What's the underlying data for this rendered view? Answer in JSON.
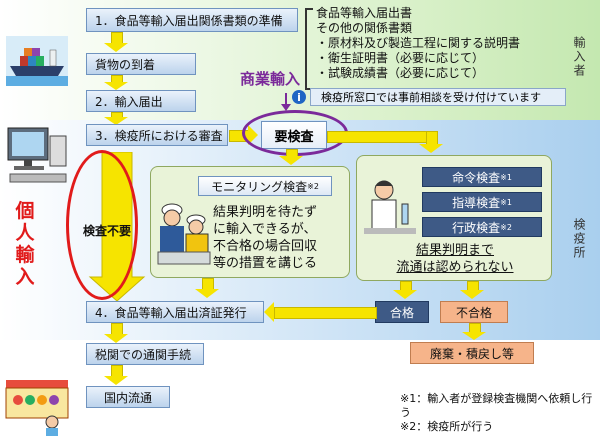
{
  "steps": {
    "s1": "1．食品等輸入届出関係書類の準備",
    "arrival": "貨物の到着",
    "s2": "2．輸入届出",
    "s3": "3．検疫所における審査",
    "s4": "4．食品等輸入届出済証発行",
    "customs": "税関での通関手続",
    "domestic": "国内流通"
  },
  "docs": {
    "title1": "食品等輸入届出書",
    "title2": "その他の関係書類",
    "items": [
      "・原材料及び製造工程に関する説明書",
      "・衛生証明書（必要に応じて）",
      "・試験成績書（必要に応じて）"
    ]
  },
  "info_note": "検疫所窓口では事前相談を受け付けています",
  "commercial_label": "商業輸入",
  "personal_label": [
    "個",
    "人",
    "輸",
    "入"
  ],
  "no_inspection": "検査不要",
  "needs_inspection": "要検査",
  "monitoring": {
    "label": "モニタリング検査",
    "note": "※2",
    "desc": [
      "結果判明を待たず",
      "に輸入できるが、",
      "不合格の場合回収",
      "等の措置を講じる"
    ]
  },
  "inspections": [
    {
      "label": "命令検査",
      "note": "※1"
    },
    {
      "label": "指導検査",
      "note": "※1"
    },
    {
      "label": "行政検査",
      "note": "※2"
    }
  ],
  "hold_text": [
    "結果判明まで",
    "流通は認められない"
  ],
  "pass": "合格",
  "fail": "不合格",
  "disposal": "廃棄・積戻し等",
  "side": {
    "importer": "輸入者",
    "quarantine": "検疫所"
  },
  "footnotes": [
    "※1：輸入者が登録検査機関へ依頼し行う",
    "※2：検疫所が行う"
  ],
  "colors": {
    "purple": "#7b2a9a",
    "red": "#e11b1b",
    "yellow": "#f6e400",
    "navy": "#3e5a86",
    "orange": "#f6b48a"
  },
  "icons": [
    "ship-icon",
    "computer-office-icon",
    "inspector-icon",
    "scientist-icon",
    "shop-icon",
    "info-icon"
  ]
}
